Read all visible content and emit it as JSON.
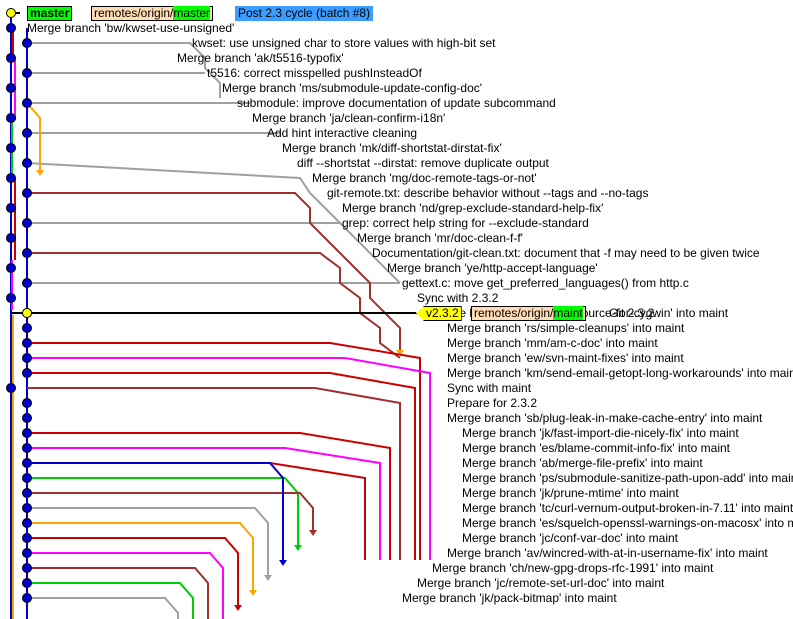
{
  "top_refs": {
    "local": "master",
    "remote_prefix": "remotes/origin/",
    "remote_branch": "master",
    "note": "Post 2.3 cycle (batch #8)"
  },
  "maint_refs": {
    "version_tag": "v2.3.2",
    "remote_prefix": "remotes/origin/",
    "remote_branch": "maint",
    "subject": "Git 2.3.2"
  },
  "colors": {
    "blue": "#0000cc",
    "red": "#cc0000",
    "magenta": "#ff00ff",
    "orange": "#ffa500",
    "gray": "#a0a0a0",
    "green": "#00cc00",
    "darkred": "#a03030",
    "commit_dot": "#0000cc"
  },
  "commits": [
    "Merge branch 'bw/kwset-use-unsigned'",
    "kwset: use unsigned char to store values with high-bit set",
    "Merge branch 'ak/t5516-typofix'",
    "t5516: correct misspelled pushInsteadOf",
    "Merge branch 'ms/submodule-update-config-doc'",
    "submodule: improve documentation of update subcommand",
    "Merge branch 'ja/clean-confirm-i18n'",
    "Add hint interactive cleaning",
    "Merge branch 'mk/diff-shortstat-dirstat-fix'",
    "diff --shortstat --dirstat: remove duplicate output",
    "Merge branch 'mg/doc-remote-tags-or-not'",
    "git-remote.txt: describe behavior without --tags and --no-tags",
    "Merge branch 'nd/grep-exclude-standard-help-fix'",
    "grep: correct help string for --exclude-standard",
    "Merge branch 'mr/doc-clean-f-f'",
    "Documentation/git-clean.txt: document that -f may need to be given twice",
    "Merge branch 'ye/http-accept-language'",
    "gettext.c: move get_preferred_languages() from http.c",
    "Sync with 2.3.2",
    "Merge branch 'rj/no-xopen-source-for-cygwin' into maint",
    "Merge branch 'rs/simple-cleanups' into maint",
    "Merge branch 'mm/am-c-doc' into maint",
    "Merge branch 'ew/svn-maint-fixes' into maint",
    "Merge branch 'km/send-email-getopt-long-workarounds' into maint",
    "Sync with maint",
    "Prepare for 2.3.2",
    "Merge branch 'sb/plug-leak-in-make-cache-entry' into maint",
    "Merge branch 'jk/fast-import-die-nicely-fix' into maint",
    "Merge branch 'es/blame-commit-info-fix' into maint",
    "Merge branch 'ab/merge-file-prefix' into maint",
    "Merge branch 'ps/submodule-sanitize-path-upon-add' into maint",
    "Merge branch 'jk/prune-mtime' into maint",
    "Merge branch 'tc/curl-vernum-output-broken-in-7.11' into maint",
    "Merge branch 'es/squelch-openssl-warnings-on-macosx' into maint",
    "Merge branch 'jc/conf-var-doc' into maint",
    "Merge branch 'av/wincred-with-at-in-username-fix' into maint",
    "Merge branch 'ch/new-gpg-drops-rfc-1991' into maint",
    "Merge branch 'jc/remote-set-url-doc' into maint",
    "Merge branch 'jk/pack-bitmap' into maint"
  ]
}
